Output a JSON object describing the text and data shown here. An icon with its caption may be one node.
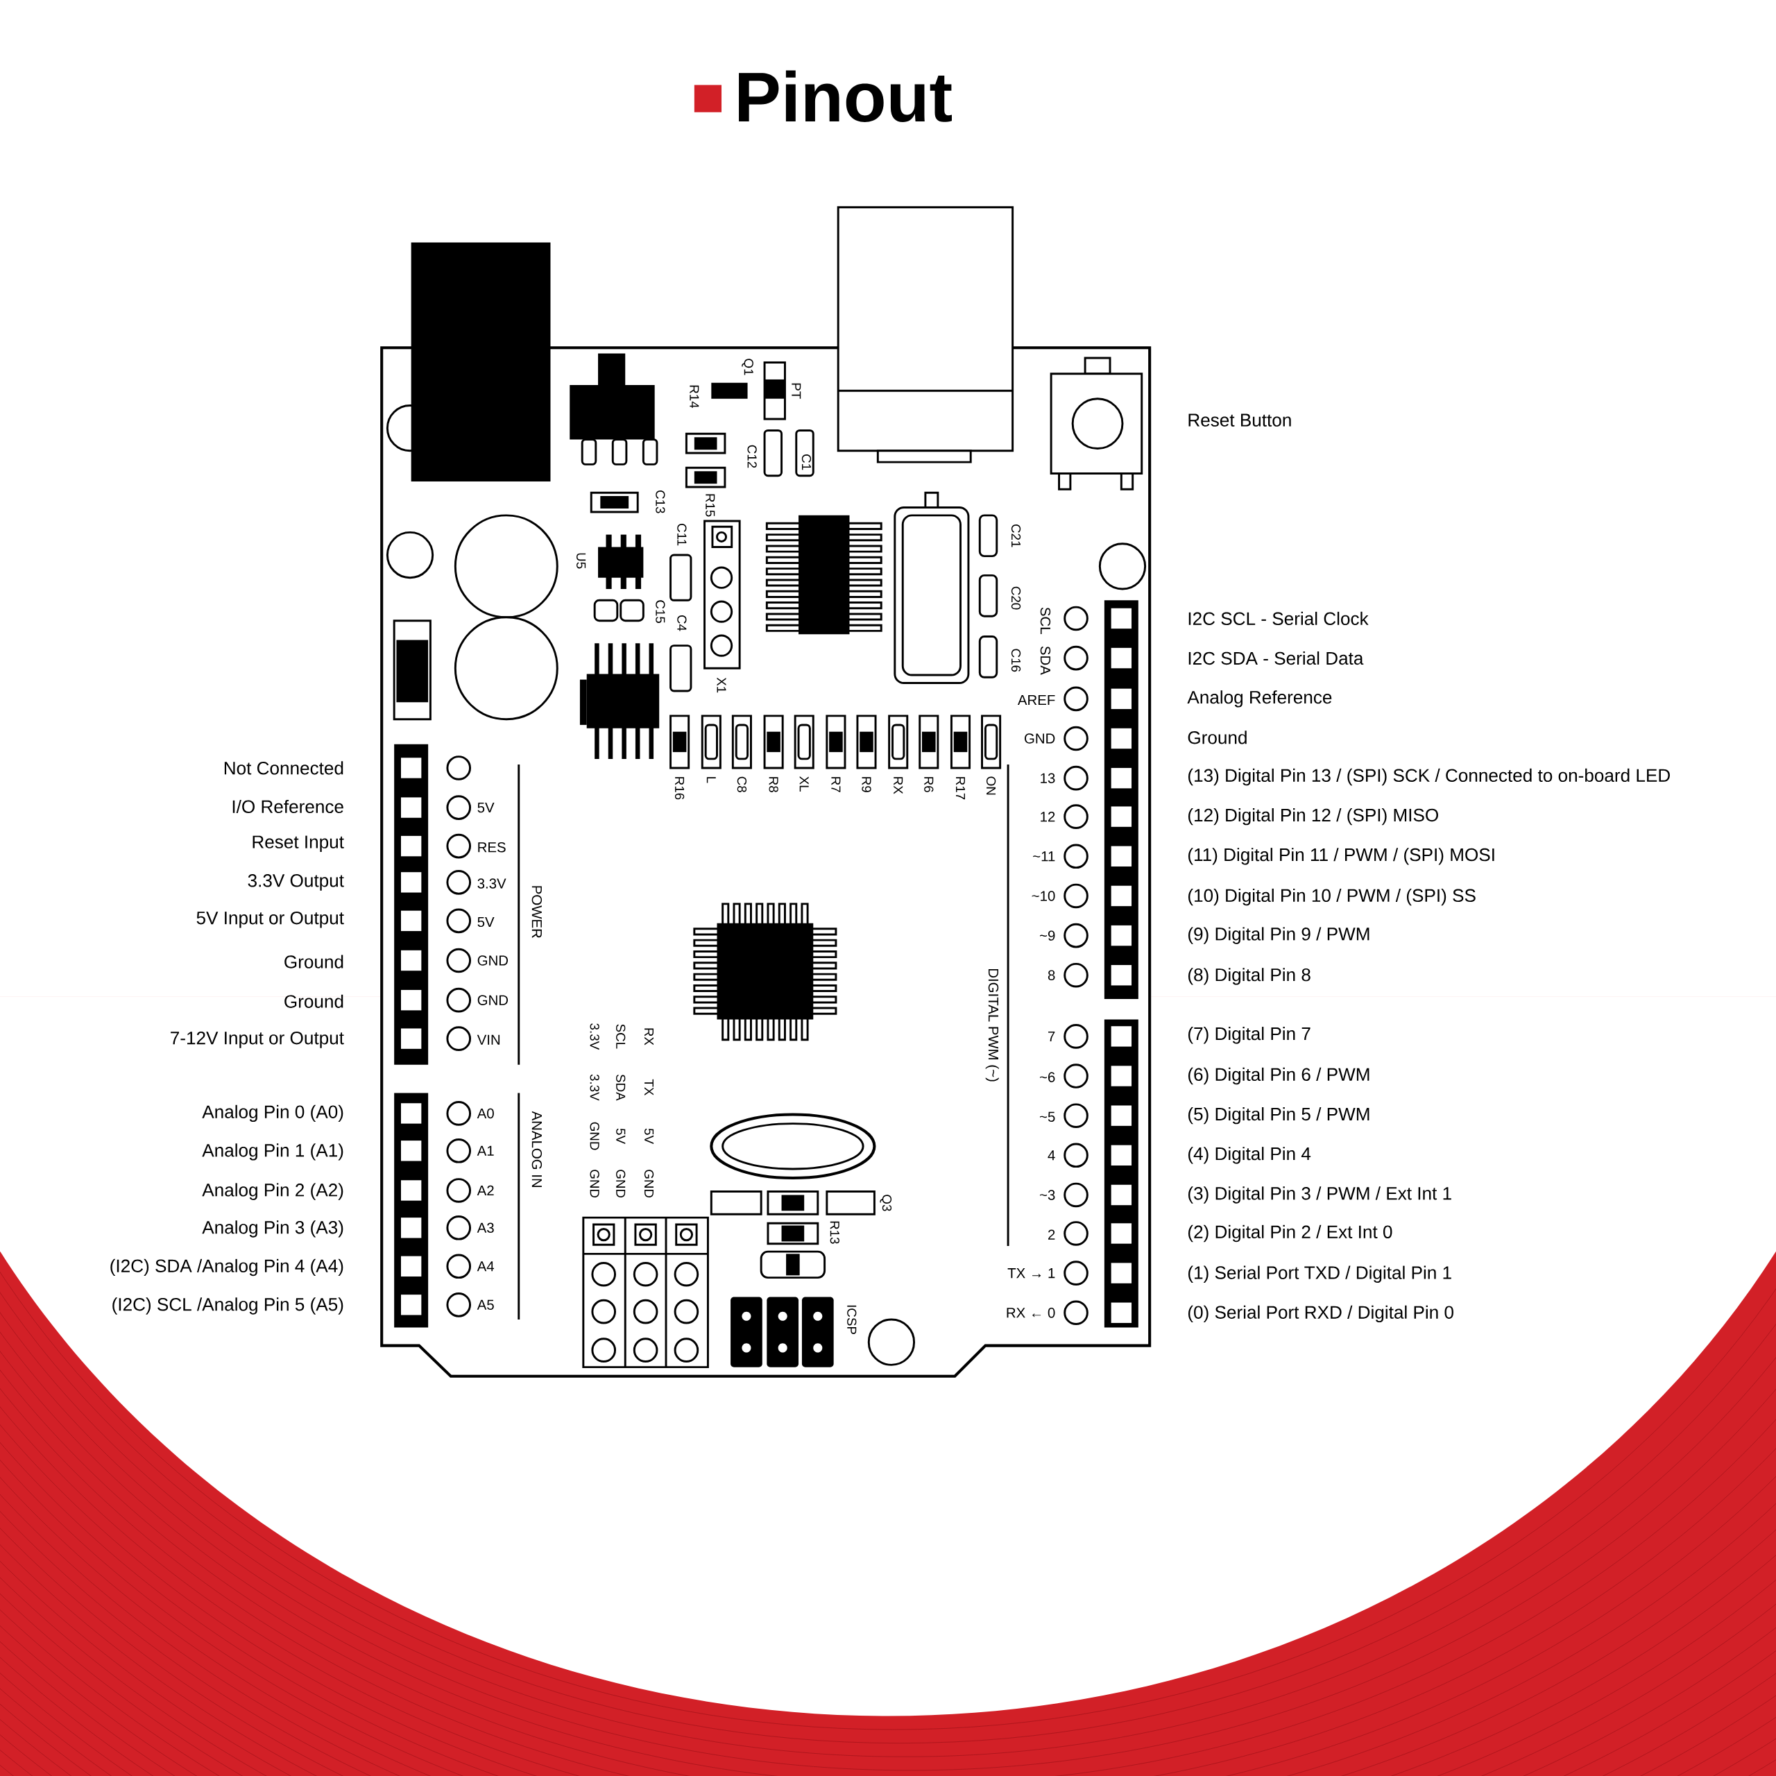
{
  "diagram": {
    "title": "Pinout",
    "labels": [
      "Reset Button",
      "I2C SCL - Serial Clock",
      "I2C SDA - Serial Data",
      "Analog Reference",
      "Ground",
      "(13) Digital Pin 13 / (SPI) SCK / Connected to on-board LED",
      "(12) Digital Pin 12 / (SPI) MISO",
      "(11) Digital Pin 11 / PWM / (SPI) MOSI",
      "(10) Digital Pin 10 / PWM / (SPI) SS",
      "(9) Digital Pin 9 / PWM",
      "(8) Digital Pin 8",
      "(7) Digital Pin 7",
      "(6) Digital Pin 6 / PWM",
      "(5) Digital Pin 5 / PWM",
      "(4) Digital Pin 4",
      "(3) Digital Pin 3 / PWM / Ext Int 1",
      "(2) Digital Pin 2 / Ext Int 0",
      "(1) Serial Port TXD / Digital Pin 1",
      "(0) Serial Port RXD / Digital Pin 0",
      "Not Connected",
      "I/O Reference",
      "Reset Input",
      "3.3V Output",
      "5V Input or Output",
      "Ground",
      "Ground",
      "7-12V Input or Output",
      "Analog Pin 0 (A0)",
      "Analog Pin 1 (A1)",
      "Analog Pin 2 (A2)",
      "Analog Pin 3 (A3)",
      "(I2C) SDA /Analog Pin 4 (A4)",
      "(I2C) SCL /Analog Pin 5 (A5)",
      "5V",
      "RES",
      "3.3V",
      "5V",
      "GND",
      "GND",
      "VIN",
      "A0",
      "A1",
      "A2",
      "A3",
      "A4",
      "A5",
      "POWER",
      "ANALOG IN",
      "SCL",
      "SDA",
      "AREF",
      "GND",
      "13",
      "12",
      "~11",
      "~10",
      "~9",
      "8",
      "7",
      "~6",
      "~5",
      "4",
      "~3",
      "2",
      "TX → 1",
      "RX ← 0",
      "DIGITAL PWM (~)",
      "R16",
      "L",
      "C8",
      "R8",
      "XL",
      "R7",
      "R9",
      "RX",
      "R6",
      "R17",
      "ON",
      "C21",
      "C20",
      "C16",
      "Q1",
      "PT",
      "R14",
      "C12",
      "C1",
      "C13",
      "R15",
      "U5",
      "C11",
      "C15",
      "C4",
      "X1",
      "RX",
      "TX",
      "5V",
      "GND",
      "SCL",
      "SDA",
      "5V",
      "GND",
      "3.3V",
      "3.3V",
      "GND",
      "GND",
      "R13",
      "Q3",
      "ICSP"
    ]
  }
}
